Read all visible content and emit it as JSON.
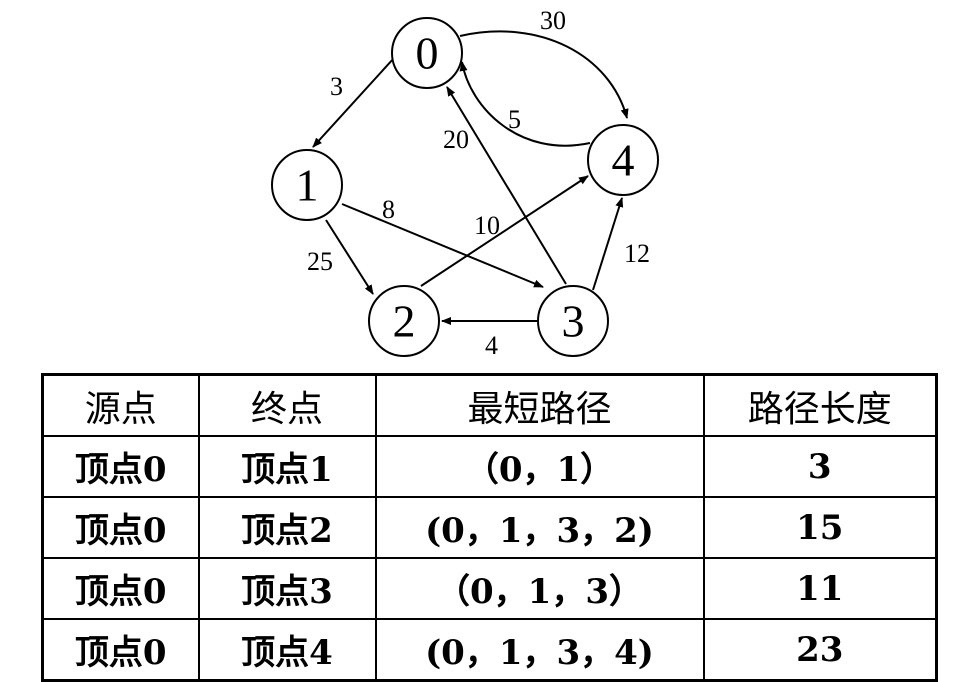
{
  "graph": {
    "nodes": [
      {
        "id": "0",
        "label": "0"
      },
      {
        "id": "1",
        "label": "1"
      },
      {
        "id": "2",
        "label": "2"
      },
      {
        "id": "3",
        "label": "3"
      },
      {
        "id": "4",
        "label": "4"
      }
    ],
    "edges": [
      {
        "from": "0",
        "to": "1",
        "weight": "3"
      },
      {
        "from": "0",
        "to": "4",
        "weight": "30"
      },
      {
        "from": "4",
        "to": "0",
        "weight": "5"
      },
      {
        "from": "3",
        "to": "0",
        "weight": "20"
      },
      {
        "from": "1",
        "to": "3",
        "weight": "8"
      },
      {
        "from": "2",
        "to": "4",
        "weight": "10"
      },
      {
        "from": "1",
        "to": "2",
        "weight": "25"
      },
      {
        "from": "3",
        "to": "4",
        "weight": "12"
      },
      {
        "from": "3",
        "to": "2",
        "weight": "4"
      }
    ]
  },
  "table": {
    "headers": [
      "源点",
      "终点",
      "最短路径",
      "路径长度"
    ],
    "rows": [
      [
        "顶点0",
        "顶点1",
        "（0，1）",
        "3"
      ],
      [
        "顶点0",
        "顶点2",
        "(0，1，3，2)",
        "15"
      ],
      [
        "顶点0",
        "顶点3",
        "（0，1，3）",
        "11"
      ],
      [
        "顶点0",
        "顶点4",
        "(0，1，3，4)",
        "23"
      ]
    ]
  }
}
